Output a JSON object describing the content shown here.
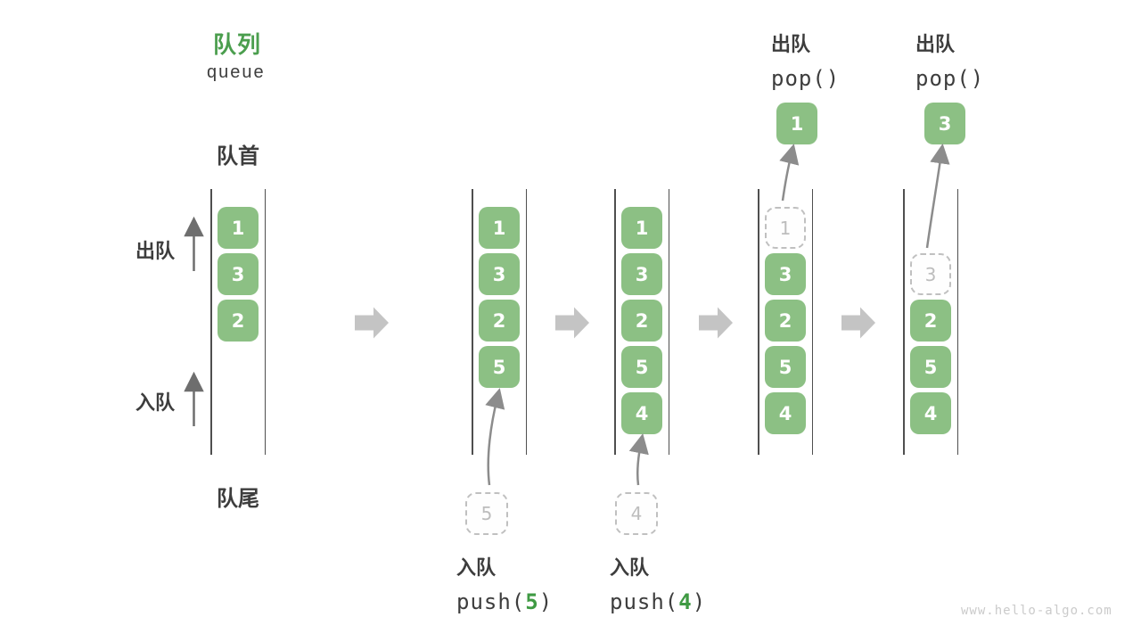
{
  "title": {
    "cn": "队列",
    "en": "queue"
  },
  "side_labels": {
    "front": "队首",
    "rear": "队尾",
    "dequeue": "出队",
    "enqueue": "入队"
  },
  "colors": {
    "accent_green": "#4b9e4e",
    "cell_green": "#8cc084",
    "text_dark": "#3d3d3d",
    "ghost_gray": "#bdbdbd",
    "step_arrow_gray": "#c4c4c4",
    "thin_arrow_gray": "#8c8c8c"
  },
  "queues": [
    {
      "cells": [
        {
          "value": "1"
        },
        {
          "value": "3"
        },
        {
          "value": "2"
        }
      ]
    },
    {
      "cells": [
        {
          "value": "1"
        },
        {
          "value": "3"
        },
        {
          "value": "2"
        },
        {
          "value": "5"
        }
      ],
      "incoming": {
        "value": "5"
      }
    },
    {
      "cells": [
        {
          "value": "1"
        },
        {
          "value": "3"
        },
        {
          "value": "2"
        },
        {
          "value": "5"
        },
        {
          "value": "4"
        }
      ],
      "incoming": {
        "value": "4"
      }
    },
    {
      "cells": [
        {
          "value": "1",
          "ghost": true
        },
        {
          "value": "3"
        },
        {
          "value": "2"
        },
        {
          "value": "5"
        },
        {
          "value": "4"
        }
      ],
      "popped": {
        "value": "1"
      }
    },
    {
      "cells": [
        {
          "value": "3",
          "ghost": true
        },
        {
          "value": "2"
        },
        {
          "value": "5"
        },
        {
          "value": "4"
        }
      ],
      "popped": {
        "value": "3"
      }
    }
  ],
  "push_ops": [
    {
      "cn": "入队",
      "fn_open": "push(",
      "arg": "5",
      "fn_close": ")"
    },
    {
      "cn": "入队",
      "fn_open": "push(",
      "arg": "4",
      "fn_close": ")"
    }
  ],
  "pop_ops": [
    {
      "cn": "出队",
      "code": "pop()"
    },
    {
      "cn": "出队",
      "code": "pop()"
    }
  ],
  "watermark": "www.hello-algo.com"
}
